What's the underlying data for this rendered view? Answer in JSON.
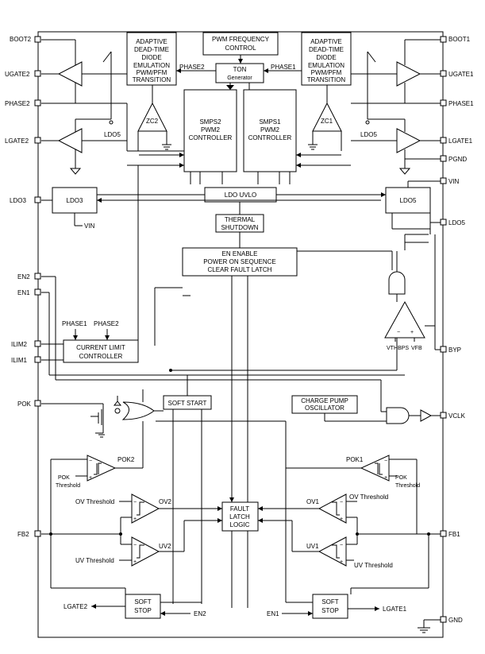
{
  "pins_left": {
    "boot2": "BOOT2",
    "ugate2": "UGATE2",
    "phase2": "PHASE2",
    "lgate2": "LGATE2",
    "ldo3": "LDO3",
    "en2": "EN2",
    "en1": "EN1",
    "ilim2": "ILIM2",
    "ilim1": "ILIM1",
    "pok": "POK",
    "fb2": "FB2"
  },
  "pins_right": {
    "boot1": "BOOT1",
    "ugate1": "UGATE1",
    "phase1": "PHASE1",
    "lgate1": "LGATE1",
    "pgnd": "PGND",
    "vin": "VIN",
    "ldo5": "LDO5",
    "byp": "BYP",
    "vclk": "VCLK",
    "fb1": "FB1",
    "gnd": "GND"
  },
  "blocks": {
    "adaptive": [
      "ADAPTIVE",
      "DEAD-TIME",
      "DIODE",
      "EMULATION",
      "PWM/PFM",
      "TRANSITION"
    ],
    "pwm_freq": [
      "PWM FREQUENCY",
      "CONTROL"
    ],
    "ton": [
      "TON",
      "Generator"
    ],
    "smps2": [
      "SMPS2",
      "PWM2",
      "CONTROLLER"
    ],
    "smps1": [
      "SMPS1",
      "PWM2",
      "CONTROLLER"
    ],
    "ldo3": "LDO3",
    "ldo5": "LDO5",
    "ldo_uvlo": "LDO UVLO",
    "thermal": [
      "THERMAL",
      "SHUTDOWN"
    ],
    "en_enable": [
      "EN ENABLE",
      "POWER ON SEQUENCE",
      "CLEAR FAULT LATCH"
    ],
    "current_limit": [
      "CURRENT LIMIT",
      "CONTROLLER"
    ],
    "soft_start": "SOFT START",
    "charge_pump": [
      "CHARGE PUMP",
      "OSCILLATOR"
    ],
    "fault_latch": [
      "FAULT",
      "LATCH",
      "LOGIC"
    ],
    "soft_stop": [
      "SOFT",
      "STOP"
    ]
  },
  "labels": {
    "phase2": "PHASE2",
    "phase1": "PHASE1",
    "zc2": "ZC2",
    "zc1": "ZC1",
    "ldo5": "LDO5",
    "vin": "VIN",
    "vthbps": "VTHBPS",
    "vfb": "VFB",
    "pok2": "POK2",
    "pok1": "POK1",
    "pok_threshold": [
      "POK",
      "Threshold"
    ],
    "ov_threshold": "OV Threshold",
    "uv_threshold": "UV Threshold",
    "ov2": "OV2",
    "ov1": "OV1",
    "uv2": "UV2",
    "uv1": "UV1",
    "lgate2": "LGATE2",
    "lgate1": "LGATE1",
    "en2": "EN2",
    "en1": "EN1"
  }
}
